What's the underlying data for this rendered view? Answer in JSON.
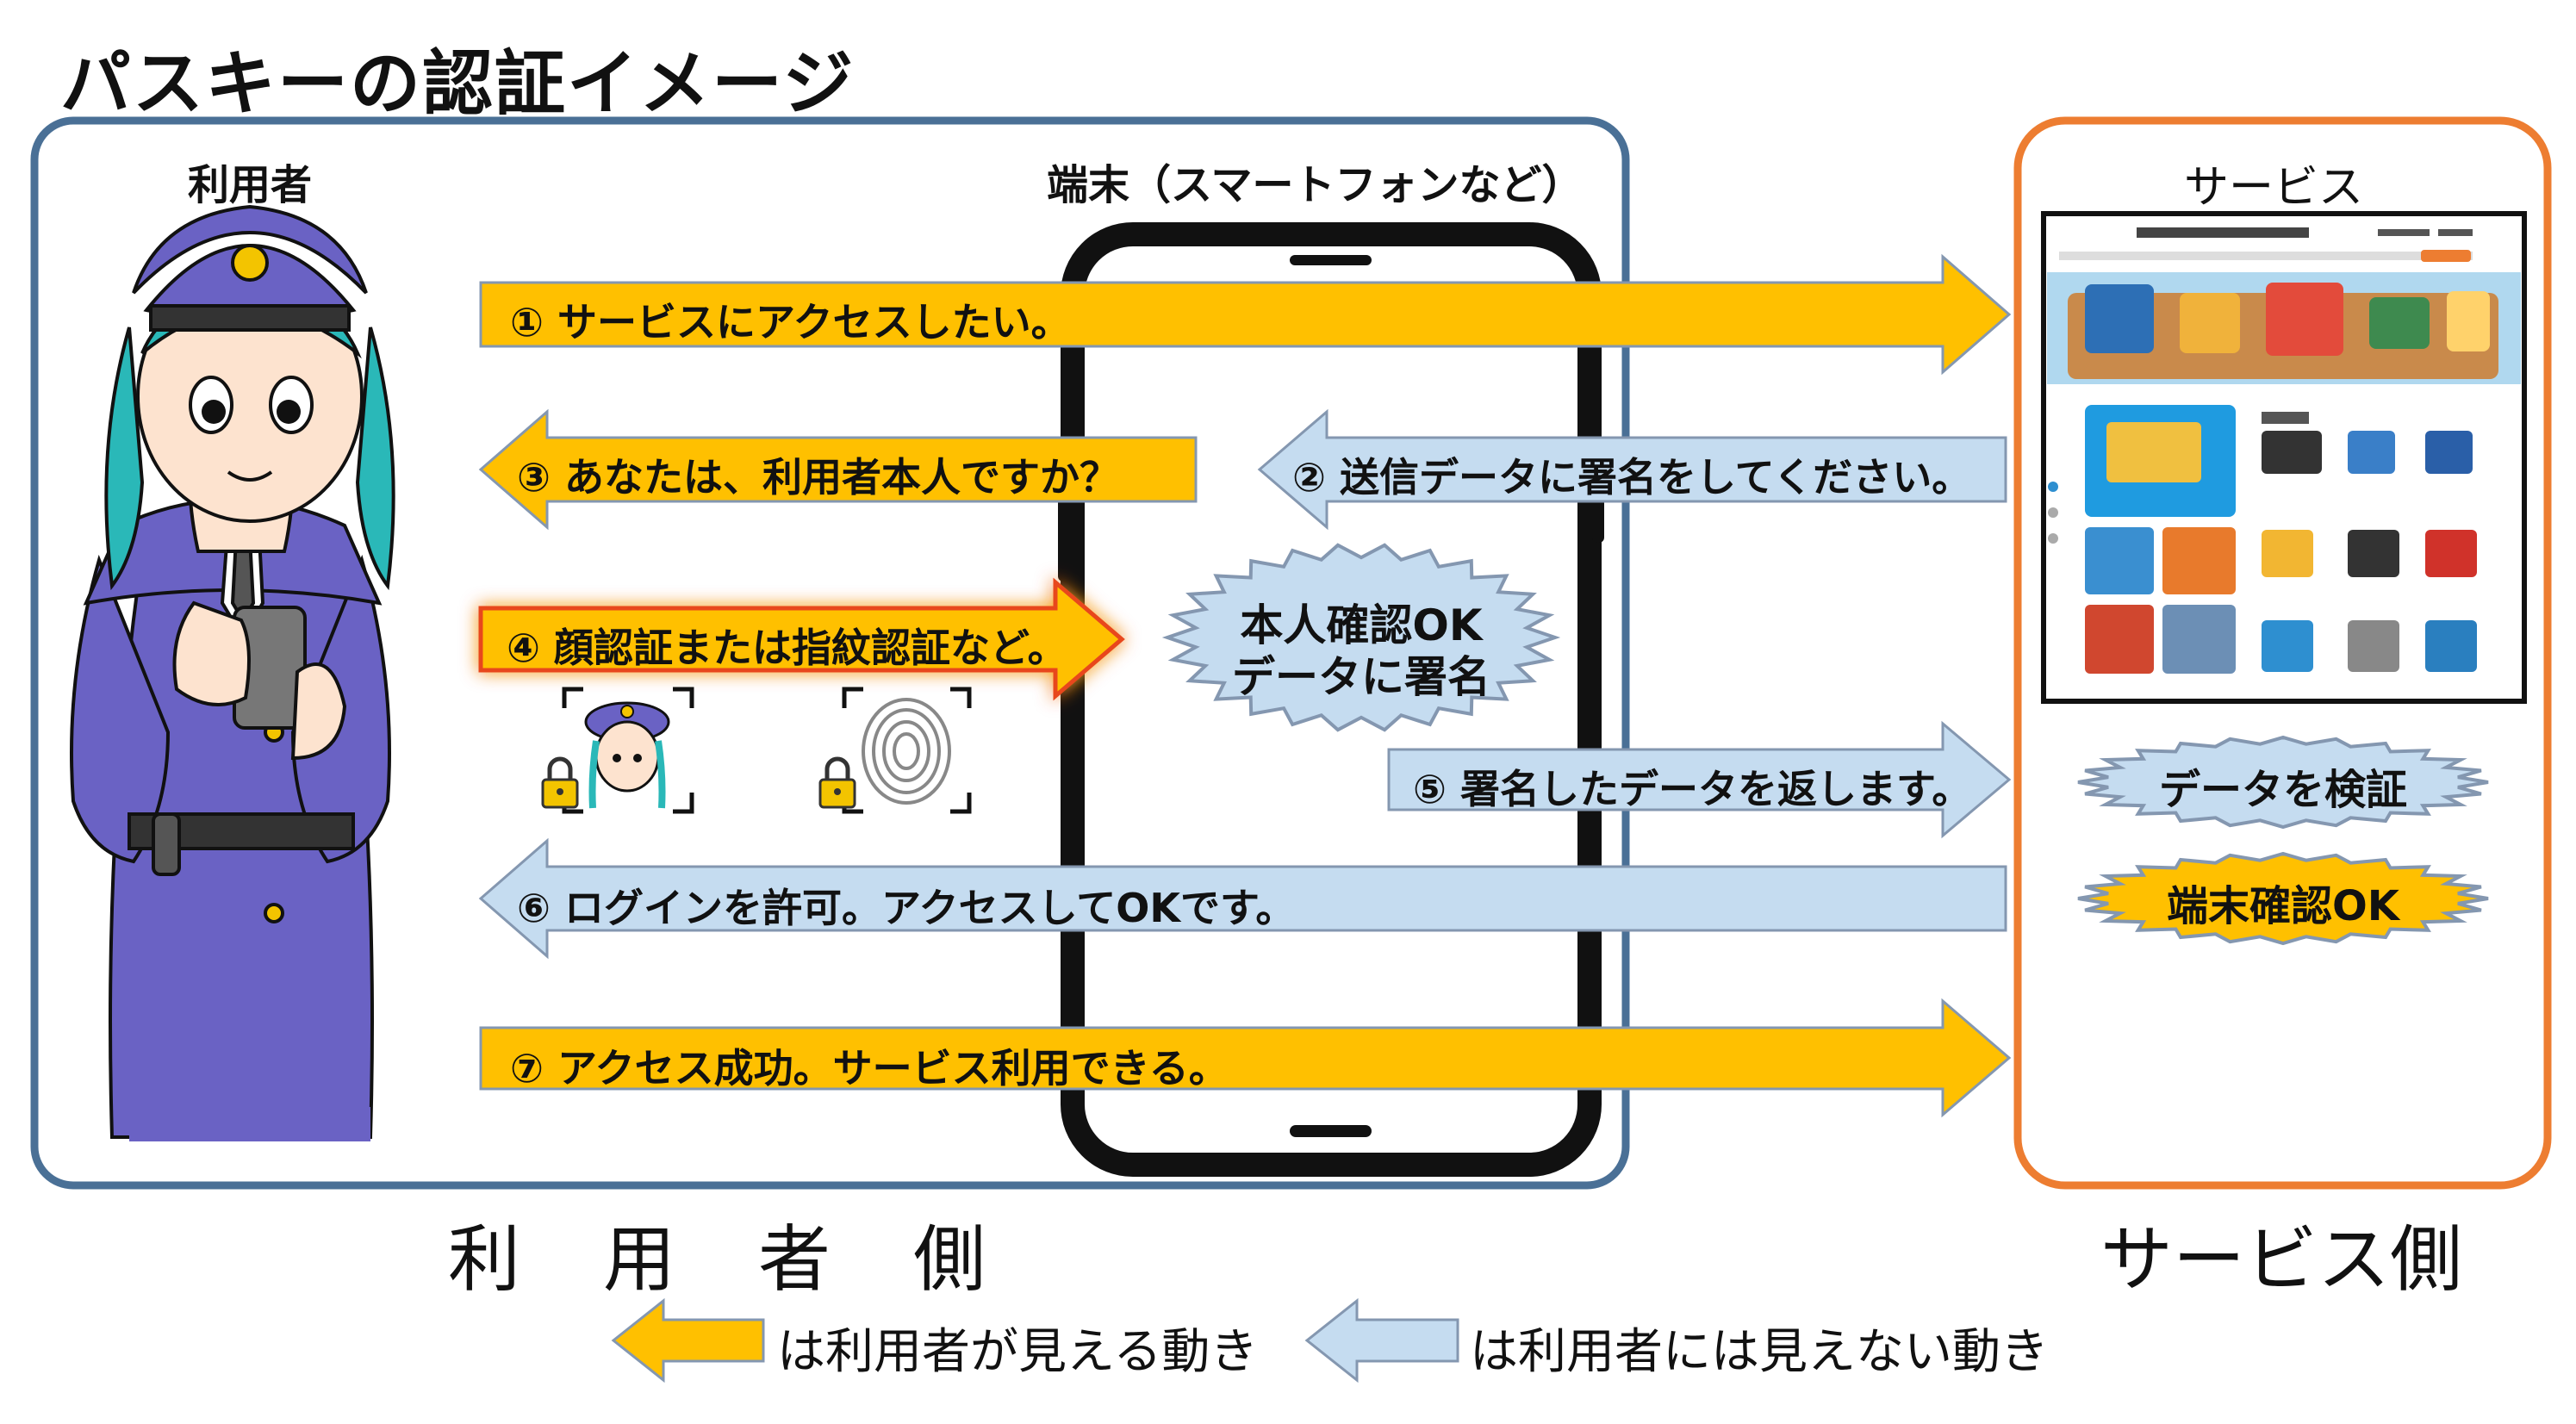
{
  "title": "パスキーの認証イメージ",
  "user_panel": {
    "label": "利用者",
    "device_label": "端末（スマートフォンなど）"
  },
  "service_panel": {
    "label": "サービス"
  },
  "steps": [
    {
      "text": "① サービスにアクセスしたい。",
      "direction": "right",
      "color": "#ffc000"
    },
    {
      "text": "② 送信データに署名をしてください。",
      "direction": "left",
      "color": "#c5dcf0"
    },
    {
      "text": "③ あなたは、利用者本人ですか？",
      "direction": "left",
      "color": "#ffc000"
    },
    {
      "text": "④ 顔認証または指紋認証など。",
      "direction": "right",
      "color": "#ffc000"
    },
    {
      "text": "⑤ 署名したデータを返します。",
      "direction": "right",
      "color": "#c5dcf0"
    },
    {
      "text": "⑥ ログインを許可。アクセスしてOKです。",
      "direction": "left",
      "color": "#c5dcf0"
    },
    {
      "text": "⑦ アクセス成功。サービス利用できる。",
      "direction": "right",
      "color": "#ffc000"
    }
  ],
  "device_burst": {
    "line1": "本人確認OK",
    "line2": "データに署名"
  },
  "service_bursts": {
    "verify": "データを検証",
    "device_ok": "端末確認OK"
  },
  "bottom_labels": {
    "user_side": "利　用　者　側",
    "service_side": "サービス側"
  },
  "legend": {
    "visible": "は利用者が見える動き",
    "invisible": "は利用者には見えない動き"
  },
  "colors": {
    "user_frame": "#4a7096",
    "service_frame": "#ed7d31",
    "visible": "#ffc000",
    "invisible": "#c5dcf0",
    "arrow_border": "#8497b0"
  }
}
